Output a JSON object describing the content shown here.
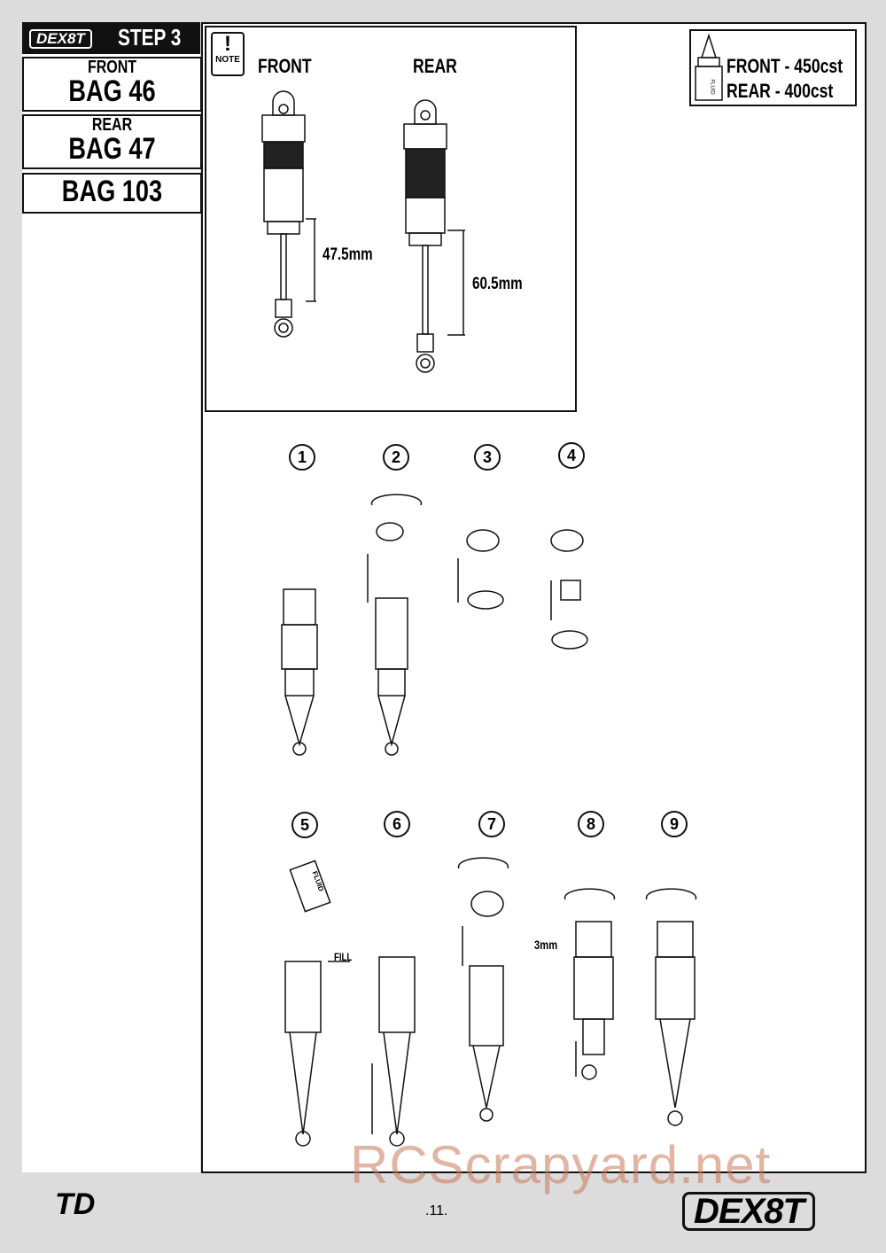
{
  "header": {
    "brand": "DEX8T",
    "step": "STEP 3"
  },
  "bags": [
    {
      "label": "FRONT",
      "bag": "BAG 46"
    },
    {
      "label": "REAR",
      "bag": "BAG 47"
    },
    {
      "label": "",
      "bag": "BAG 103"
    }
  ],
  "note": {
    "icon": "!",
    "label": "NOTE",
    "front": "FRONT",
    "rear": "REAR",
    "front_length": "47.5mm",
    "rear_length": "60.5mm"
  },
  "fluid": {
    "bottle_label": "FLUID",
    "front": "FRONT - 450cst",
    "rear": "REAR - 400cst"
  },
  "steps": [
    "1",
    "2",
    "3",
    "4",
    "5",
    "6",
    "7",
    "8",
    "9"
  ],
  "annotations": {
    "fill": "FILL",
    "gap": "3mm",
    "bottle_label": "FLUID"
  },
  "footer": {
    "page": ".11.",
    "brand_left": "TD",
    "brand_right": "DEX8T",
    "watermark": "RCScrapyard.net"
  }
}
